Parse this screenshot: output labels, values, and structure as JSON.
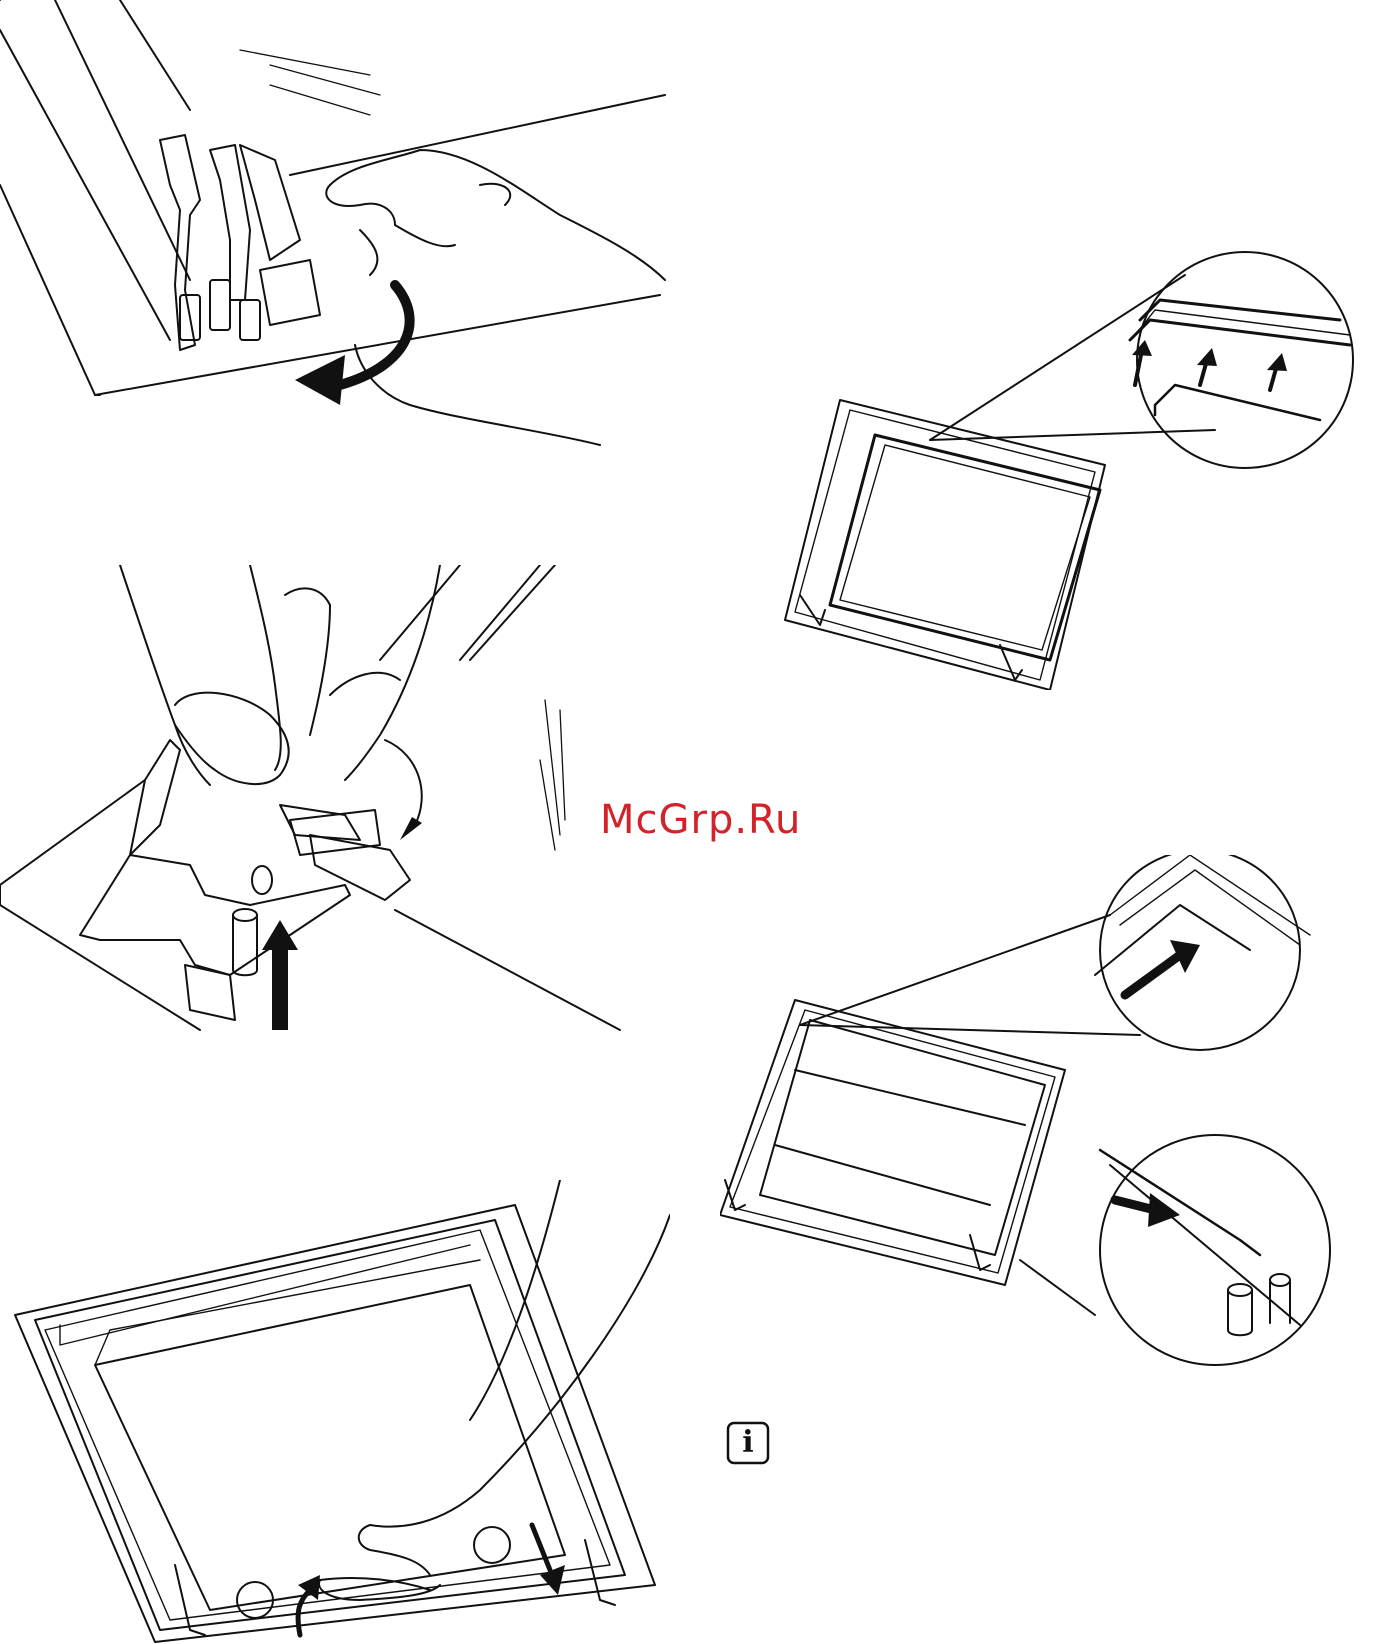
{
  "watermark": {
    "text": "McGrp.Ru",
    "color": "#d2232a"
  },
  "info_icon": {
    "icon": "info-icon",
    "glyph": "i"
  },
  "figures": [
    {
      "id": "hinge-lever-release",
      "icon": "rotate-down-left-arrow-icon"
    },
    {
      "id": "hinge-lever-lock",
      "icon": "arrow-up-icon"
    },
    {
      "id": "glass-panel-remove",
      "icon": "arrow-down-icon"
    },
    {
      "id": "door-frame-clips-top",
      "icon": "arrow-up-icon"
    },
    {
      "id": "door-frame-insert",
      "icon": "arrow-right-icon"
    }
  ]
}
